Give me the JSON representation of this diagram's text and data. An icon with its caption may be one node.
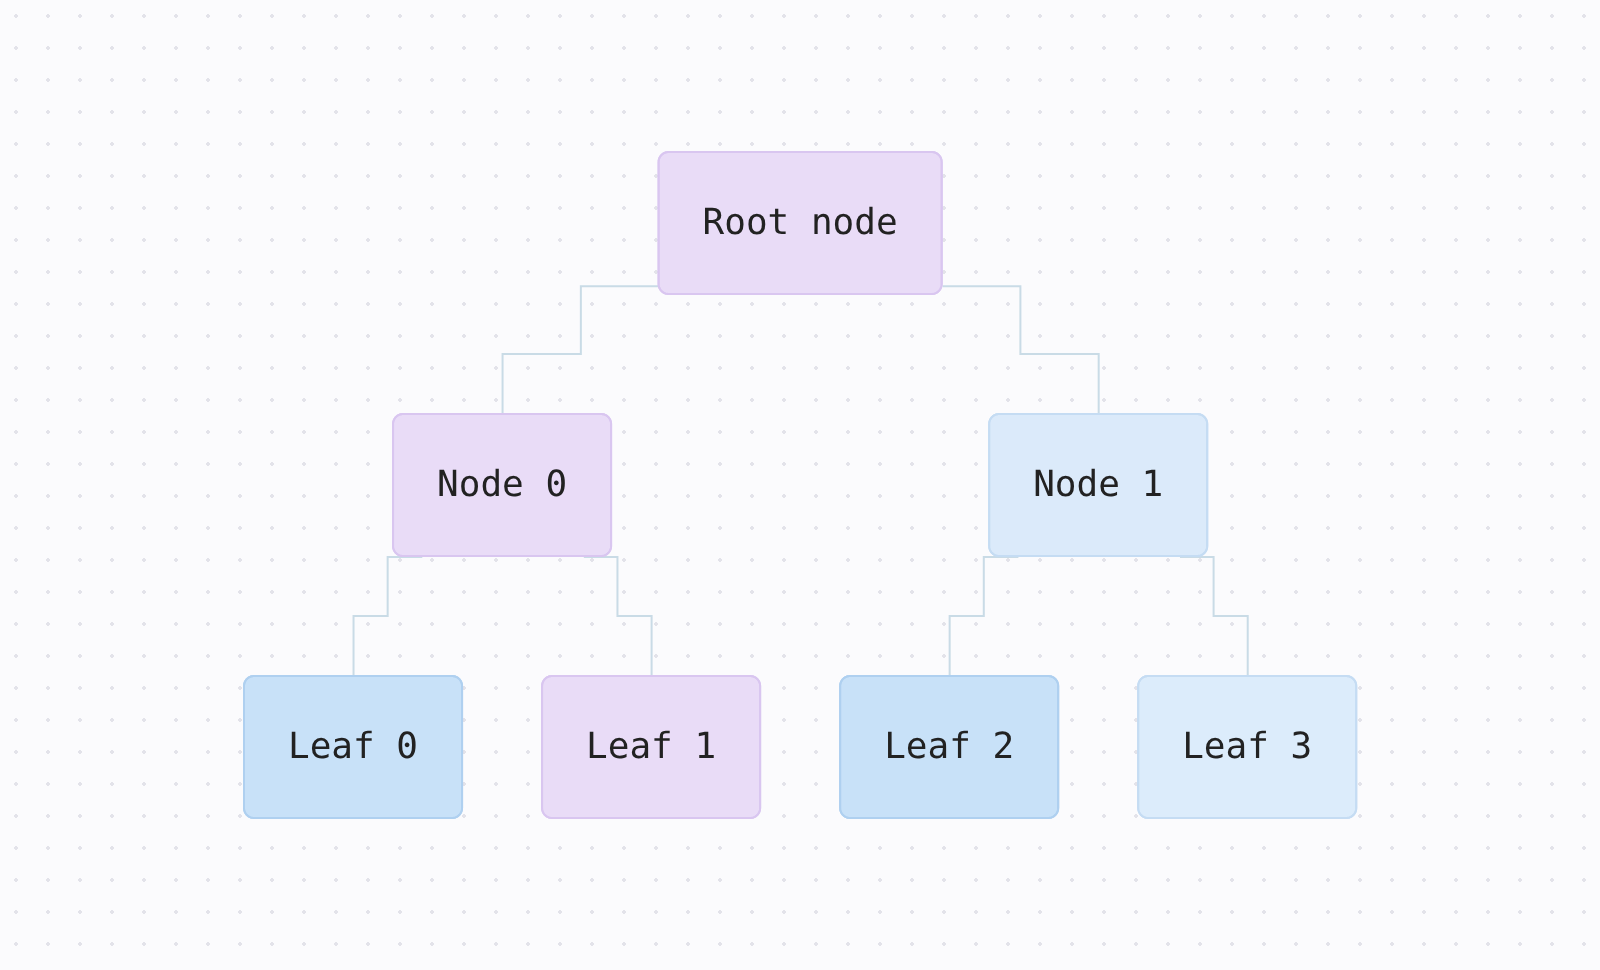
{
  "diagram": {
    "nodes": [
      {
        "text": [
          "Root node"
        ]
      },
      {
        "text": [
          "Node 0"
        ]
      },
      {
        "text": [
          "Node 1"
        ]
      },
      {
        "text": [
          "Leaf 0"
        ]
      },
      {
        "text": [
          "Leaf 1"
        ]
      },
      {
        "text": [
          "Leaf 2"
        ]
      },
      {
        "text": [
          "Leaf 3"
        ]
      }
    ],
    "edges": [
      {
        "from": 0,
        "to": 1,
        "arrow": "none"
      },
      {
        "from": 0,
        "to": 2,
        "arrow": "none"
      },
      {
        "from": 1,
        "to": 3,
        "arrow": "none"
      },
      {
        "from": 1,
        "to": 4,
        "arrow": "none"
      },
      {
        "from": 2,
        "to": 5,
        "arrow": "none"
      },
      {
        "from": 2,
        "to": 6,
        "arrow": "none"
      }
    ]
  }
}
